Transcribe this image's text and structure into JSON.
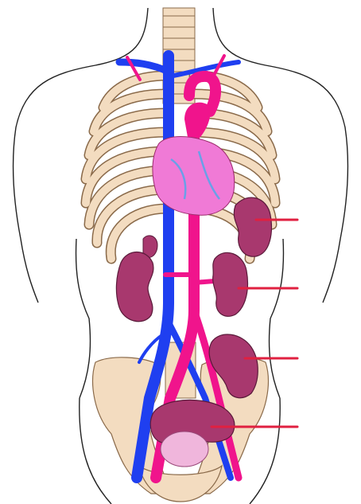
{
  "diagram": {
    "figure": "human-torso-anatomy",
    "labels_visible": false,
    "pointer_count": 4,
    "colors": {
      "background": "#ffffff",
      "outline": "#222222",
      "bone": "#f3dcc0",
      "bone_edge": "#8a6a4a",
      "vein": "#1f3ff0",
      "artery": "#f0148c",
      "heart": "#f07ad6",
      "organ": "#a8386e",
      "bladder": "#f0b6dc",
      "pointer": "#e02040"
    },
    "structures": [
      "spine",
      "ribcage",
      "heart",
      "aorta",
      "vena-cava",
      "adrenal-gland",
      "kidneys",
      "pelvis",
      "uterus",
      "bladder"
    ]
  }
}
